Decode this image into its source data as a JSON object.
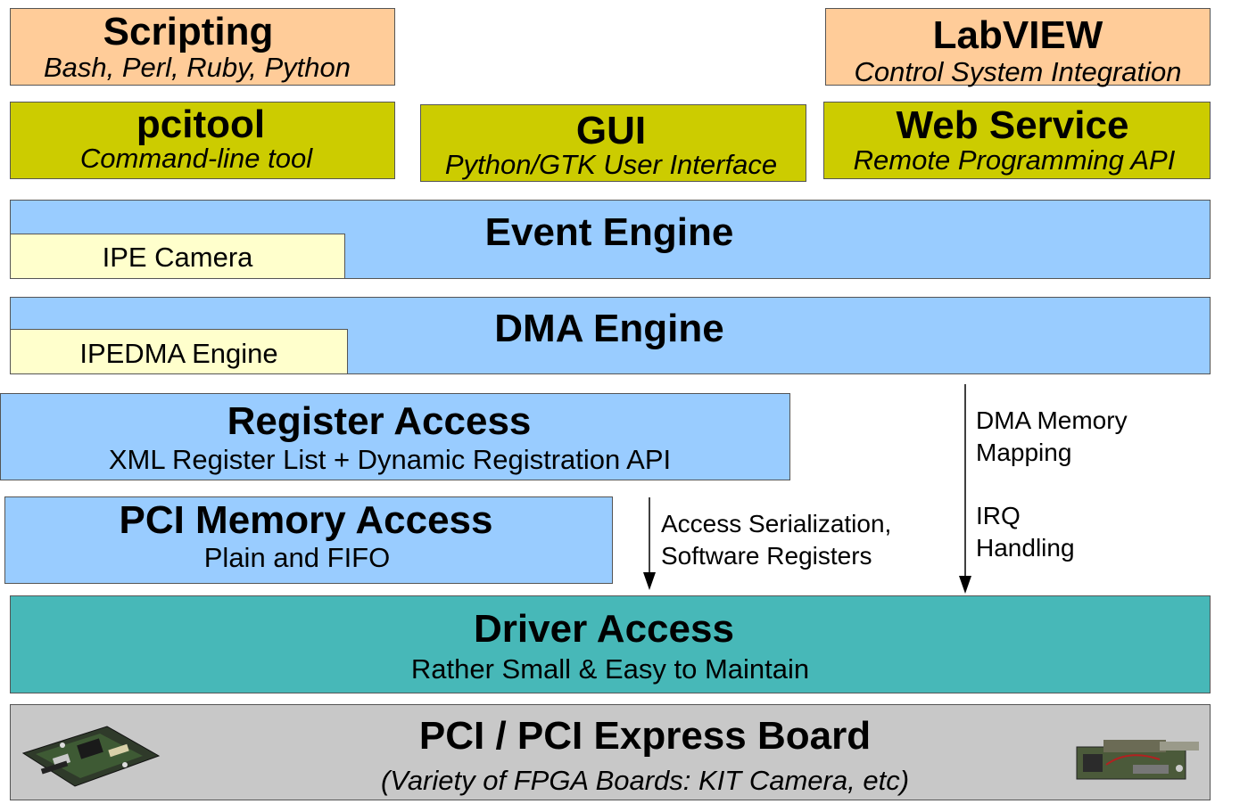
{
  "scripting": {
    "title": "Scripting",
    "subtitle": "Bash, Perl, Ruby, Python"
  },
  "labview": {
    "title": "LabVIEW",
    "subtitle": "Control System Integration"
  },
  "pcitool": {
    "title": "pcitool",
    "subtitle": "Command-line tool"
  },
  "gui": {
    "title": "GUI",
    "subtitle": "Python/GTK User Interface"
  },
  "web_service": {
    "title": "Web Service",
    "subtitle": "Remote Programming API"
  },
  "event_engine": {
    "title": "Event Engine",
    "plugin": "IPE Camera"
  },
  "dma_engine": {
    "title": "DMA Engine",
    "plugin": "IPEDMA Engine"
  },
  "register_access": {
    "title": "Register Access",
    "subtitle": "XML Register List + Dynamic Registration API"
  },
  "pci_memory_access": {
    "title": "PCI Memory Access",
    "subtitle": "Plain and FIFO"
  },
  "notes": {
    "access_line1": "Access Serialization,",
    "access_line2": "Software Registers",
    "dma_line1": "DMA Memory",
    "dma_line2": "Mapping",
    "irq_line1": "IRQ",
    "irq_line2": "Handling"
  },
  "driver_access": {
    "title": "Driver Access",
    "subtitle": "Rather Small & Easy to Maintain"
  },
  "pci_board": {
    "title": "PCI / PCI Express Board",
    "subtitle": "(Variety of FPGA Boards: KIT Camera, etc)"
  },
  "colors": {
    "application": "#ffcc99",
    "tool": "#cccc00",
    "engine": "#99ccff",
    "plugin": "#ffffcc",
    "driver": "#47b8b8",
    "hardware": "#c8c8c8"
  },
  "icons": [
    "fpga-board-photo",
    "camera-board-photo"
  ]
}
